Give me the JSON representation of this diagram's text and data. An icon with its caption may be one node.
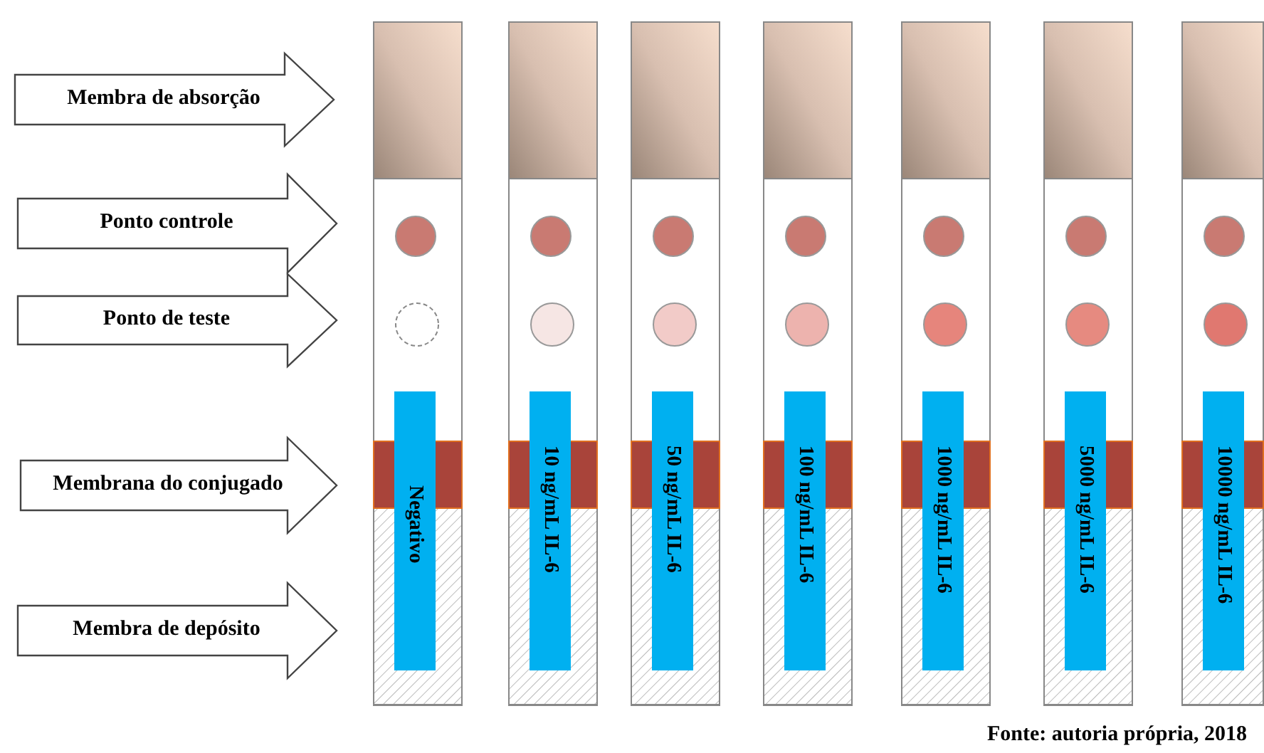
{
  "diagram": {
    "caption": "Fonte: autoria própria, 2018",
    "nodes": [
      {
        "text": [
          "Membra de absorção"
        ]
      },
      {
        "text": [
          "Ponto controle"
        ]
      },
      {
        "text": [
          "Ponto de teste"
        ]
      },
      {
        "text": [
          "Membrana do conjugado"
        ]
      },
      {
        "text": [
          "Membra de depósito"
        ]
      },
      {
        "text": [
          "Negativo"
        ]
      },
      {
        "text": [
          "10 ng/mL IL-6"
        ]
      },
      {
        "text": [
          "50 ng/mL IL-6"
        ]
      },
      {
        "text": [
          "100 ng/mL IL-6"
        ]
      },
      {
        "text": [
          "1000 ng/mL IL-6"
        ]
      },
      {
        "text": [
          "5000 ng/mL IL-6"
        ]
      },
      {
        "text": [
          "10000 ng/mL IL-6"
        ]
      }
    ]
  }
}
